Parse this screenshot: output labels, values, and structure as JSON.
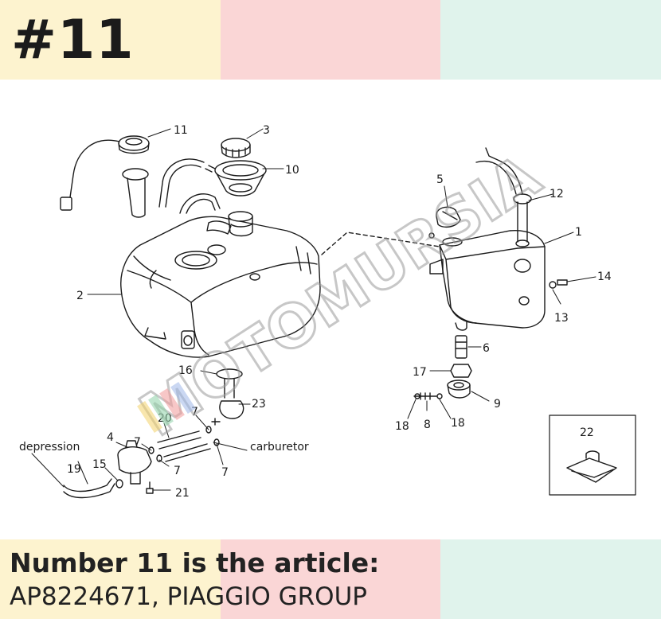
{
  "badge": "#11",
  "caption": {
    "line1": "Number 11 is the article:",
    "line2": "AP8224671, PIAGGIO GROUP"
  },
  "watermark": "MOTOMURSIA",
  "diagram": {
    "callouts": {
      "c1": "1",
      "c2": "2",
      "c3": "3",
      "c4": "4",
      "c5": "5",
      "c6": "6",
      "c7a": "7",
      "c7b": "7",
      "c7c": "7",
      "c7d": "7",
      "c8": "8",
      "c9": "9",
      "c10": "10",
      "c11": "11",
      "c12": "12",
      "c13": "13",
      "c14": "14",
      "c15": "15",
      "c16": "16",
      "c17": "17",
      "c18a": "18",
      "c18b": "18",
      "c19": "19",
      "c20": "20",
      "c21": "21",
      "c22": "22",
      "c23": "23"
    },
    "labels": {
      "depression": "depression",
      "carburetor": "carburetor"
    }
  },
  "colors": {
    "band_yellow": "#fdf3cf",
    "band_pink": "#fad6d6",
    "band_green": "#e0f3ec",
    "ink": "#1b1b1b"
  }
}
